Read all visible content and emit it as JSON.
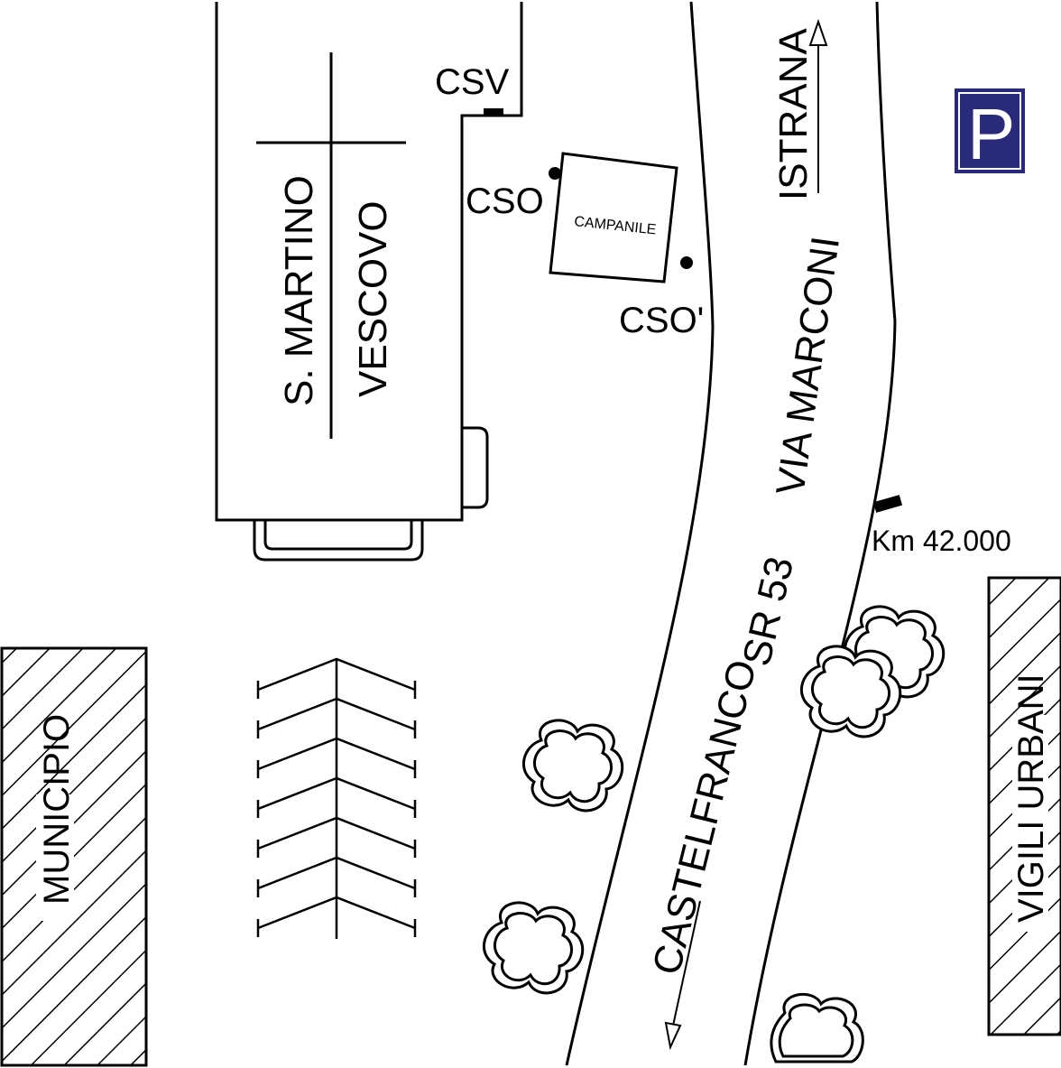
{
  "labels": {
    "church_line1": "S. MARTINO",
    "church_line2": "VESCOVO",
    "csv": "CSV",
    "cso_left": "CSO",
    "cso_right": "CSO'",
    "campanile": "CAMPANILE",
    "istrana": "ISTRANA",
    "via_marconi": "VIA MARCONI",
    "km": "Km 42.000",
    "sr": "SR 53",
    "castelfranco": "CASTELFRANCO",
    "municipio": "MUNICIPIO",
    "vigili": "VIGILI URBANI",
    "parking": "P"
  },
  "icons": {
    "parking": "parking-sign-icon",
    "trees": "tree-icon",
    "arrows": "direction-arrow-icon"
  },
  "colors": {
    "parking_bg": "#2a2a7a",
    "ink": "#000000",
    "background": "#ffffff"
  }
}
